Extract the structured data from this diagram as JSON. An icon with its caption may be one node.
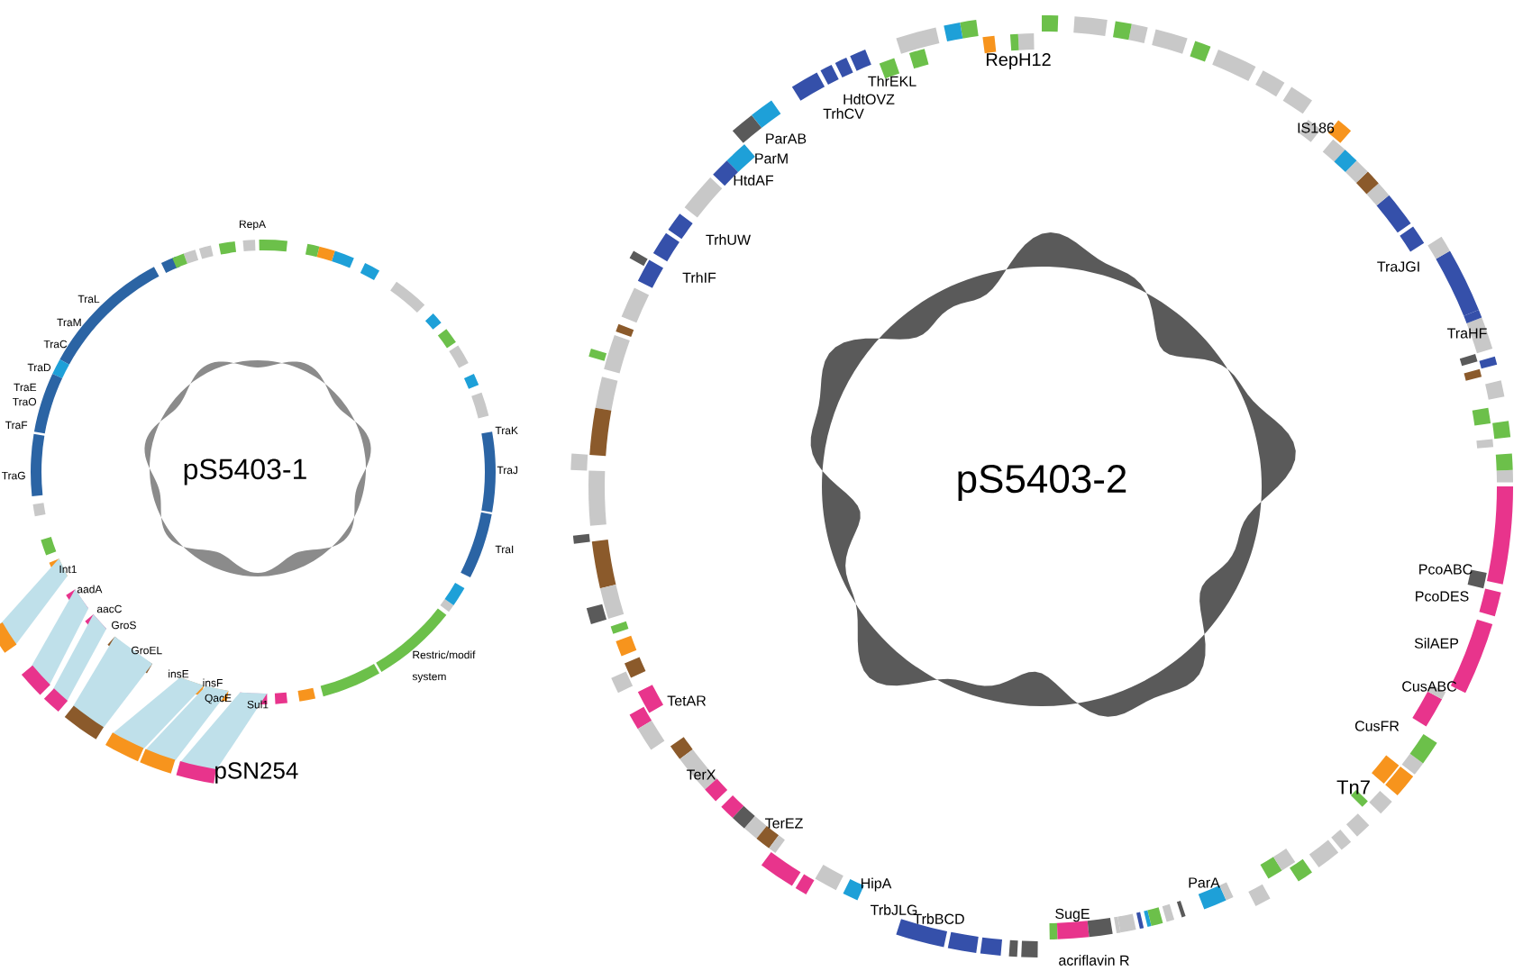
{
  "diagram": {
    "labels": [
      "RepA",
      "TraL",
      "TraM",
      "TraC",
      "TraD",
      "TraE",
      "TraO",
      "TraF",
      "TraG",
      "TraK",
      "TraJ",
      "pS5403-1",
      "TraI",
      "Int1",
      "aadA",
      "aacC",
      "GroS",
      "GroEL",
      "insE",
      "insF",
      "Restric/modif system",
      "QacE",
      "Sul1",
      "pSN254",
      "RepH12",
      "ThrEKL",
      "HdtOVZ",
      "TrhCV",
      "ParAB",
      "IS186",
      "ParM",
      "HtdAF",
      "TrhUW",
      "TraJGI",
      "TrhIF",
      "TraHF",
      "pS5403-2",
      "PcoABC",
      "PcoDES",
      "SilAEP",
      "CusABC",
      "TetAR",
      "CusFR",
      "Tn7",
      "TerX",
      "TerEZ",
      "HipA",
      "ParA",
      "TrbJLG",
      "SugE",
      "TrbBCD",
      "acriflavin R"
    ]
  }
}
